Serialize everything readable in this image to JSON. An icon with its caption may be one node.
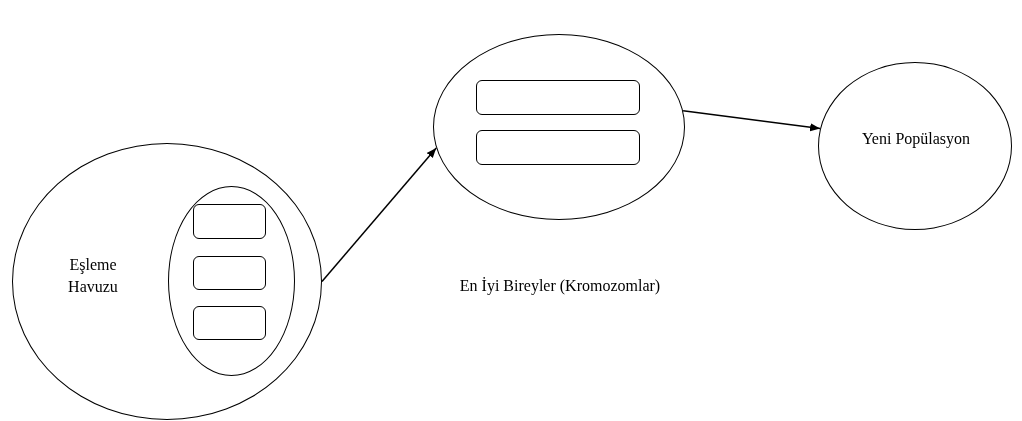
{
  "diagram": {
    "nodes": [
      {
        "text": [
          "Eşleme Havuzu"
        ]
      },
      {
        "text": [],
        "shape": "ellipse",
        "in": 0
      },
      {
        "text": [],
        "shape": "box",
        "in": 1
      },
      {
        "text": [],
        "shape": "box",
        "in": 1
      },
      {
        "text": [],
        "shape": "box",
        "in": 1
      },
      {
        "text": [
          "En İyi Bireyler (Kromozomlar)"
        ]
      },
      {
        "text": [],
        "shape": "box",
        "in": 5
      },
      {
        "text": [],
        "shape": "box",
        "in": 5
      },
      {
        "text": [
          "Yeni Popülasyon"
        ]
      }
    ],
    "edges": [
      {
        "from": 0,
        "to": 5,
        "arrow": "to"
      },
      {
        "from": 5,
        "to": 8,
        "arrow": "to"
      }
    ]
  }
}
